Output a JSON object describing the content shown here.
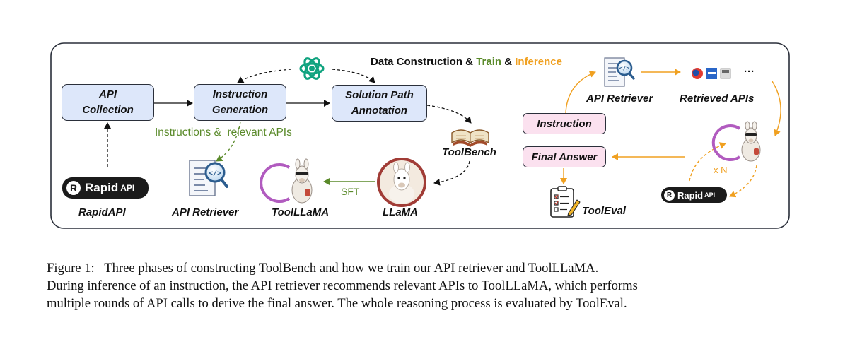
{
  "diagram": {
    "title": {
      "part1": "Data Construction &",
      "part2": "Train",
      "part3": "&",
      "part4": "Inference"
    },
    "nodes": {
      "api_collection": "API Collection",
      "instruction_generation": "Instruction Generation",
      "solution_path_annotation": "Solution Path Annotation",
      "toolbench": "ToolBench",
      "rapidapi": "RapidAPI",
      "rapidapi_logo_text": "Rapid",
      "rapidapi_logo_suffix": "API",
      "api_retriever_left": "API Retriever",
      "toolllama": "ToolLLaMA",
      "llama": "LLaMA",
      "api_retriever_right": "API Retriever",
      "retrieved_apis": "Retrieved APIs",
      "instruction": "Instruction",
      "final_answer": "Final Answer",
      "tooleval": "ToolEval",
      "ellipsis": "···"
    },
    "edge_labels": {
      "instructions_apis": "Instructions &  relevant APIs",
      "sft": "SFT",
      "xn": "x N"
    },
    "colors": {
      "box_blue": "#dde7fa",
      "box_pink": "#fbe1ef",
      "green": "#5a8a2a",
      "orange": "#f0a020",
      "panel_border": "#2a2f3a"
    }
  },
  "caption": {
    "line1": "Figure 1:   Three phases of constructing ToolBench and how we train our API retriever and ToolLLaMA.",
    "line2": "During inference of an instruction, the API retriever recommends relevant APIs to ToolLLaMA, which performs",
    "line3": "multiple rounds of API calls to derive the final answer. The whole reasoning process is evaluated by ToolEval."
  }
}
